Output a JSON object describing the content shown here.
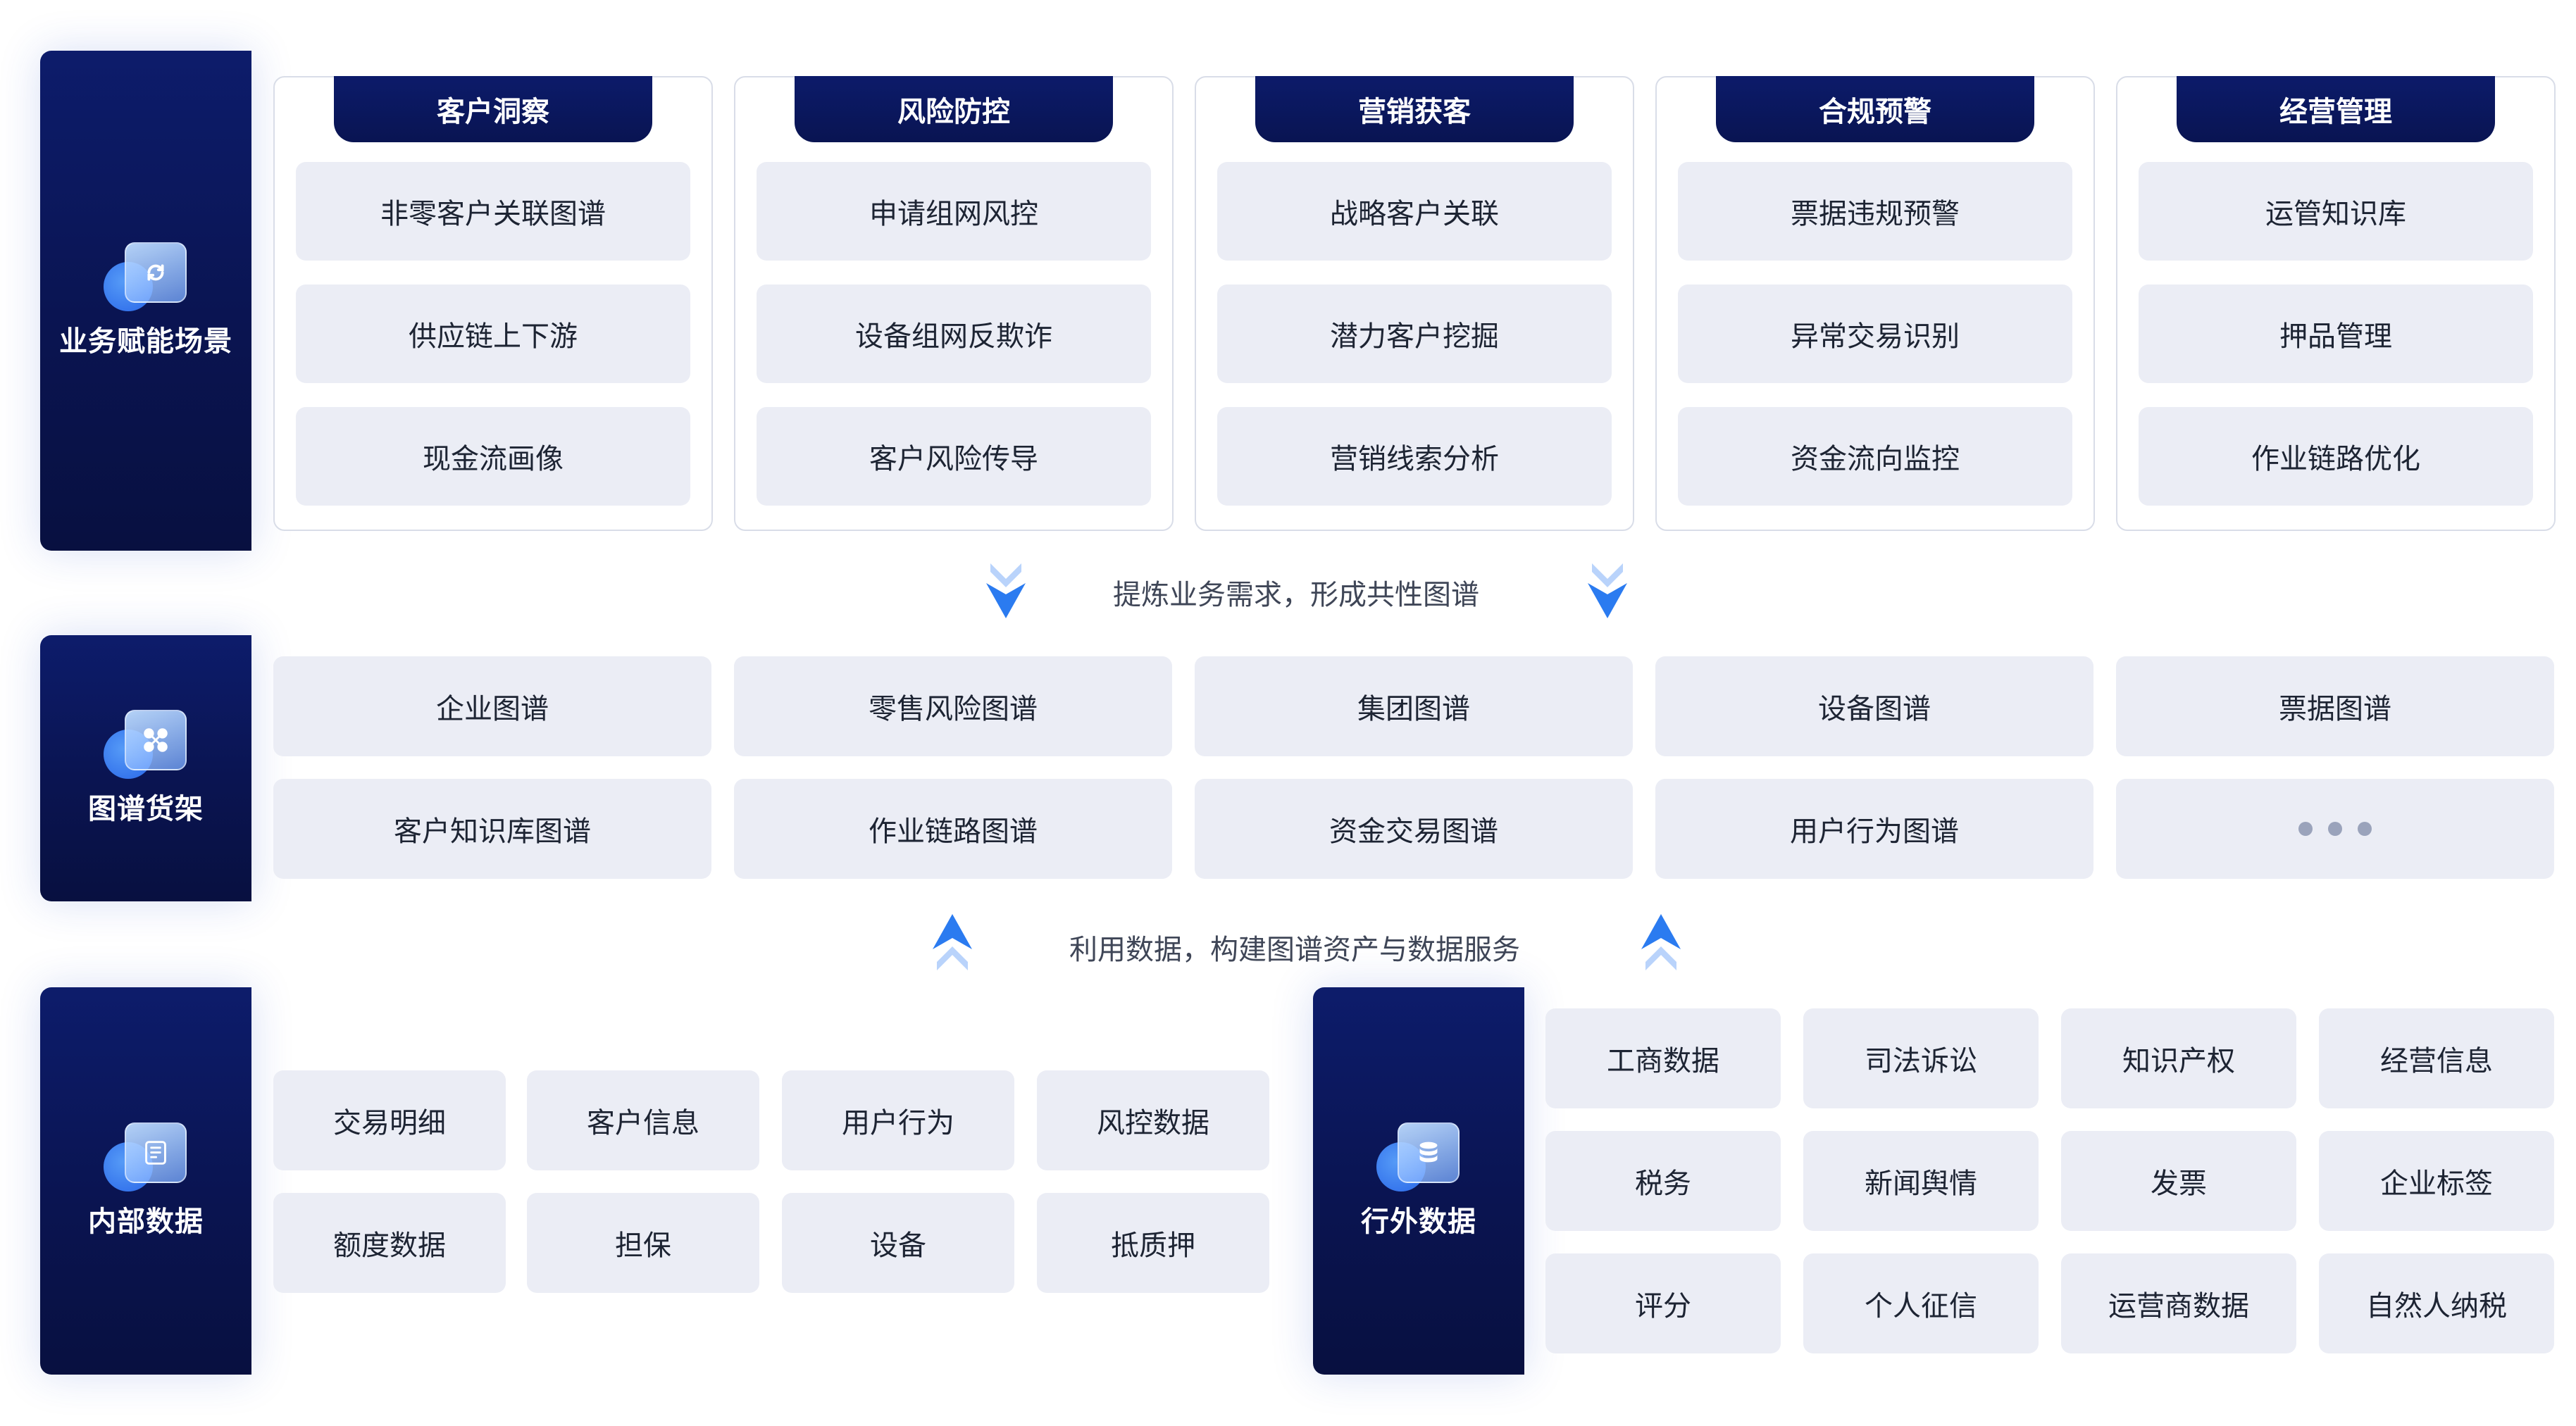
{
  "layers": {
    "business": "业务赋能场景",
    "graph": "图谱货架",
    "internal": "内部数据",
    "external": "行外数据"
  },
  "categories": [
    {
      "title": "客户洞察",
      "items": [
        "非零客户关联图谱",
        "供应链上下游",
        "现金流画像"
      ]
    },
    {
      "title": "风险防控",
      "items": [
        "申请组网风控",
        "设备组网反欺诈",
        "客户风险传导"
      ]
    },
    {
      "title": "营销获客",
      "items": [
        "战略客户关联",
        "潜力客户挖掘",
        "营销线索分析"
      ]
    },
    {
      "title": "合规预警",
      "items": [
        "票据违规预警",
        "异常交易识别",
        "资金流向监控"
      ]
    },
    {
      "title": "经营管理",
      "items": [
        "运管知识库",
        "押品管理",
        "作业链路优化"
      ]
    }
  ],
  "flow_down": "提炼业务需求，形成共性图谱",
  "flow_up": "利用数据，构建图谱资产与数据服务",
  "graphs": [
    "企业图谱",
    "零售风险图谱",
    "集团图谱",
    "设备图谱",
    "票据图谱",
    "客户知识库图谱",
    "作业链路图谱",
    "资金交易图谱",
    "用户行为图谱"
  ],
  "internal_data": [
    "交易明细",
    "客户信息",
    "用户行为",
    "风控数据",
    "额度数据",
    "担保",
    "设备",
    "抵质押"
  ],
  "external_data": [
    "工商数据",
    "司法诉讼",
    "知识产权",
    "经营信息",
    "税务",
    "新闻舆情",
    "发票",
    "企业标签",
    "评分",
    "个人征信",
    "运营商数据",
    "自然人纳税"
  ],
  "colors": {
    "navy": "#0b1760",
    "chip": "#ebedf5",
    "arrow": "#2b7bf0"
  }
}
